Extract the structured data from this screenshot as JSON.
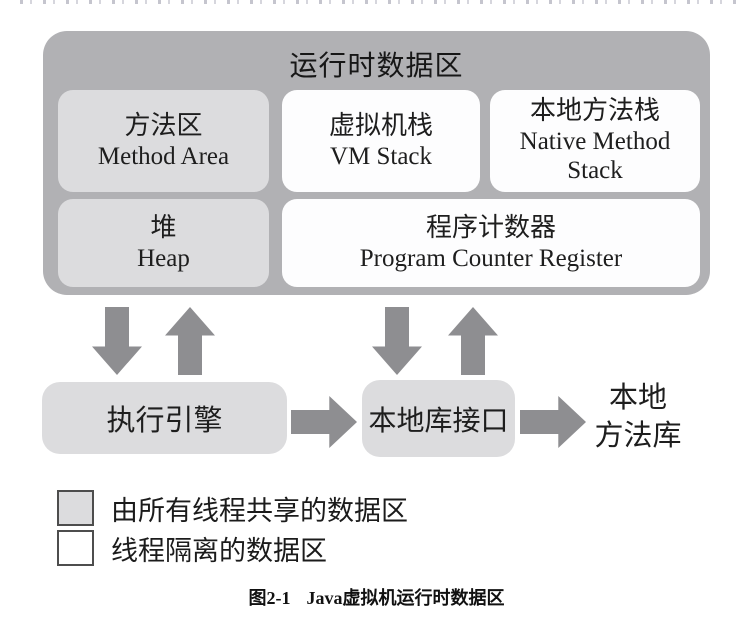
{
  "figure": {
    "runtime_area": {
      "title": "运行时数据区",
      "boxes": [
        {
          "zh": "方法区",
          "en": "Method Area",
          "type": "shared"
        },
        {
          "zh": "虚拟机栈",
          "en": "VM Stack",
          "type": "isolated"
        },
        {
          "zh": "本地方法栈",
          "en": "Native Method Stack",
          "type": "isolated"
        },
        {
          "zh": "堆",
          "en": "Heap",
          "type": "shared"
        },
        {
          "zh": "程序计数器",
          "en": "Program Counter Register",
          "type": "isolated"
        }
      ]
    },
    "engine": {
      "label": "执行引擎"
    },
    "native_interface": {
      "label": "本地库接口"
    },
    "native_library": {
      "line1": "本地",
      "line2": "方法库"
    },
    "legend": [
      {
        "swatch": "shared",
        "label": "由所有线程共享的数据区"
      },
      {
        "swatch": "isolated",
        "label": "线程隔离的数据区"
      }
    ],
    "caption": {
      "label": "图2-1",
      "title": "Java虚拟机运行时数据区"
    },
    "icons": {
      "down_arrow": "down-arrow-icon",
      "up_arrow": "up-arrow-icon",
      "right_arrow": "right-arrow-icon"
    },
    "colors": {
      "container_bg": "#b1b1b4",
      "shared_box_bg": "#dcdcde",
      "isolated_box_bg": "#fdfdfe",
      "arrow": "#8e8e91",
      "legend_border": "#4d4d4d",
      "text": "#1e1e1e"
    }
  }
}
